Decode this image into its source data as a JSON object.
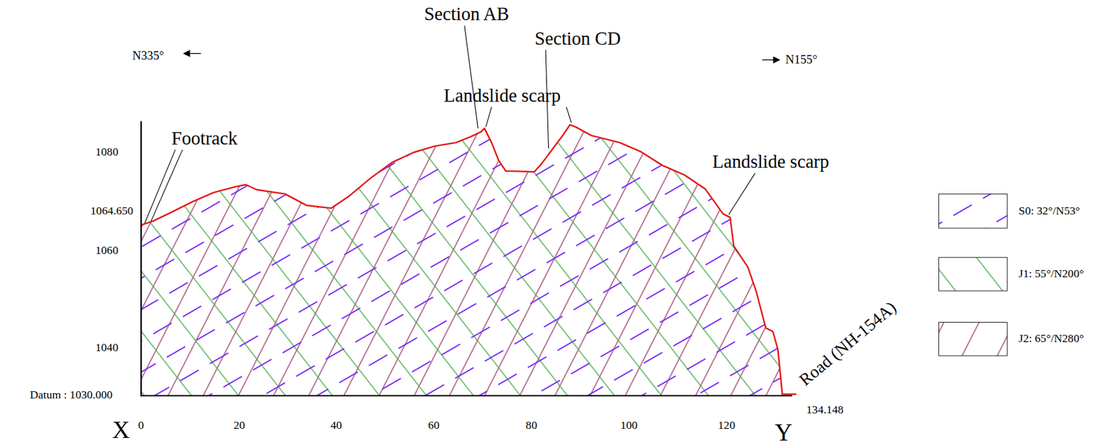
{
  "diagram": {
    "labels": [
      "N335°",
      "N155°",
      "Section AB",
      "Section CD",
      "Landslide scarp",
      "Landslide scarp",
      "Footrack",
      "Road (NH-154A)",
      "1080",
      "1064.650",
      "1060",
      "1040",
      "Datum : 1030.000",
      "X",
      "0",
      "20",
      "40",
      "60",
      "80",
      "100",
      "120",
      "134.148",
      "Y"
    ],
    "legend": [
      {
        "text": "S0: 32°/N53°"
      },
      {
        "text": "J1: 55°/N200°"
      },
      {
        "text": "J2: 65°/N280°"
      }
    ]
  }
}
